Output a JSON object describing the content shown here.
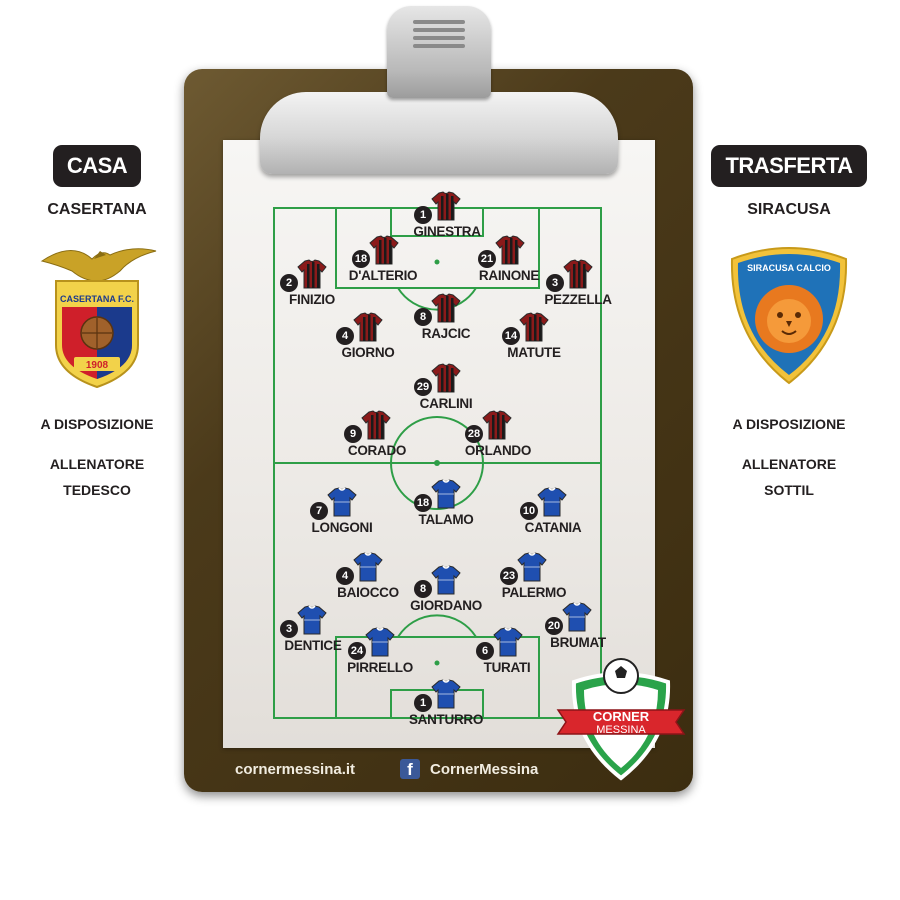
{
  "home": {
    "tag": "CASA",
    "team": "CASERTANA",
    "crest_text": "CASERTANA F.C.",
    "crest_year": "1908",
    "bench_label": "A DISPOSIZIONE",
    "coach_label": "ALLENATORE",
    "coach": "TEDESCO",
    "kit_color": "#8b1a1a"
  },
  "away": {
    "tag": "TRASFERTA",
    "team": "SIRACUSA",
    "crest_text": "SIRACUSA CALCIO",
    "bench_label": "A DISPOSIZIONE",
    "coach_label": "ALLENATORE",
    "coach": "SOTTIL",
    "kit_color": "#1f4fb0"
  },
  "home_players": [
    {
      "number": "1",
      "name": "GINESTRA"
    },
    {
      "number": "18",
      "name": "D'ALTERIO"
    },
    {
      "number": "21",
      "name": "RAINONE"
    },
    {
      "number": "2",
      "name": "FINIZIO"
    },
    {
      "number": "3",
      "name": "PEZZELLA"
    },
    {
      "number": "8",
      "name": "RAJCIC"
    },
    {
      "number": "4",
      "name": "GIORNO"
    },
    {
      "number": "14",
      "name": "MATUTE"
    },
    {
      "number": "29",
      "name": "CARLINI"
    },
    {
      "number": "9",
      "name": "CORADO"
    },
    {
      "number": "28",
      "name": "ORLANDO"
    }
  ],
  "away_players": [
    {
      "number": "7",
      "name": "LONGONI"
    },
    {
      "number": "18",
      "name": "TALAMO"
    },
    {
      "number": "10",
      "name": "CATANIA"
    },
    {
      "number": "4",
      "name": "BAIOCCO"
    },
    {
      "number": "8",
      "name": "GIORDANO"
    },
    {
      "number": "23",
      "name": "PALERMO"
    },
    {
      "number": "3",
      "name": "DENTICE"
    },
    {
      "number": "20",
      "name": "BRUMAT"
    },
    {
      "number": "24",
      "name": "PIRRELLO"
    },
    {
      "number": "6",
      "name": "TURATI"
    },
    {
      "number": "1",
      "name": "SANTURRO"
    }
  ],
  "footer": {
    "site": "cornermessina.it",
    "facebook_icon": "facebook-icon",
    "facebook": "CornerMessina"
  },
  "logo": {
    "line1": "CORNER",
    "line2": "MESSINA"
  }
}
